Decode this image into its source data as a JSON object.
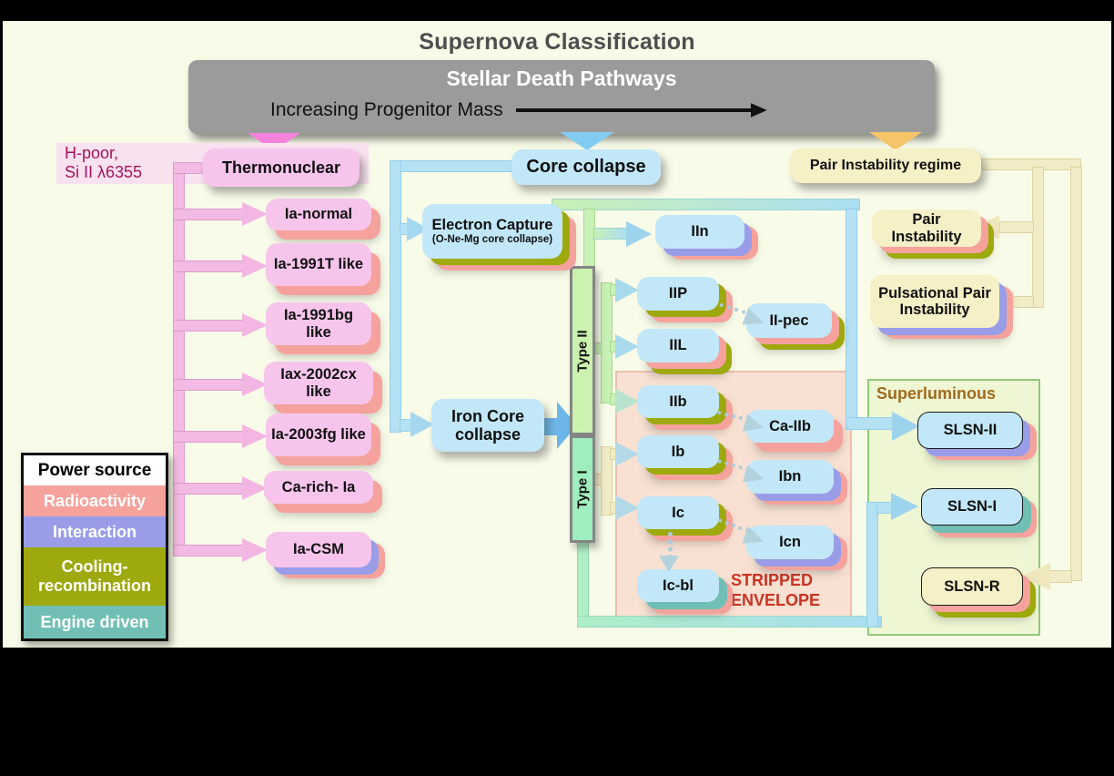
{
  "header": {
    "title": "Supernova Classification",
    "banner_line1": "Stellar Death Pathways",
    "banner_line2": "Increasing Progenitor Mass"
  },
  "annotations": {
    "h_poor_line1": "H-poor,",
    "h_poor_line2": "Si II λ6355",
    "stripped_envelope": "STRIPPED ENVELOPE",
    "superluminous": "Superluminous"
  },
  "nodes": {
    "thermonuclear": "Thermonuclear",
    "ia_normal": "Ia-normal",
    "ia_1991t": "Ia-1991T like",
    "ia_1991bg": "Ia-1991bg like",
    "iax_2002cx": "Iax-2002cx like",
    "ia_2003fg": "Ia-2003fg like",
    "ca_rich_ia": "Ca-rich- Ia",
    "ia_csm": "Ia-CSM",
    "core_collapse": "Core collapse",
    "electron_capture": "Electron Capture",
    "electron_capture_sub": "(O-Ne-Mg core collapse)",
    "iron_core_collapse": "Iron Core collapse",
    "type_ii": "Type II",
    "type_i": "Type I",
    "iin": "IIn",
    "iip": "IIP",
    "iil": "IIL",
    "ii_pec": "II-pec",
    "iib": "IIb",
    "ca_iib": "Ca-IIb",
    "ib": "Ib",
    "ibn": "Ibn",
    "ic": "Ic",
    "icn": "Icn",
    "ic_bl": "Ic-bl",
    "pair_regime": "Pair Instability regime",
    "pair_instability": "Pair Instability",
    "pulsational": "Pulsational Pair Instability",
    "slsn_ii": "SLSN-II",
    "slsn_i": "SLSN-I",
    "slsn_r": "SLSN-R"
  },
  "legend": {
    "title": "Power source",
    "items": [
      {
        "label": "Radioactivity",
        "color": "#f5a29d"
      },
      {
        "label": "Interaction",
        "color": "#999de8"
      },
      {
        "label": "Cooling-recombination",
        "color": "#9da90c"
      },
      {
        "label": "Engine driven",
        "color": "#71bfb4"
      }
    ]
  }
}
